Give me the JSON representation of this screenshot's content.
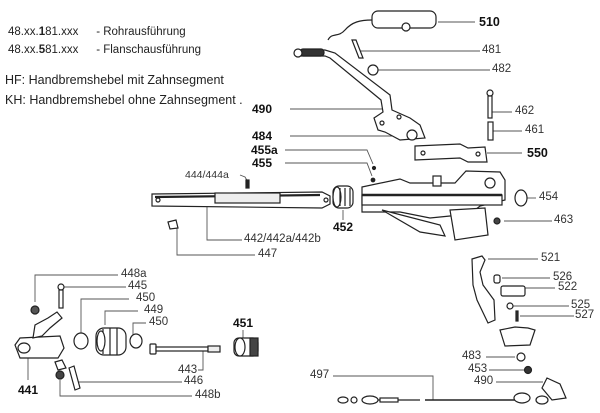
{
  "legend": {
    "rows": [
      {
        "prefix": "48.xx.",
        "highlight": "1",
        "suffix": "81.xxx",
        "desc": "- Rohrausführung"
      },
      {
        "prefix": "48.xx.",
        "highlight": "5",
        "suffix": "81.xxx",
        "desc": "- Flanschausführung"
      }
    ],
    "notes": [
      {
        "key": "HF:",
        "text": "Handbremshebel mit Zahnsegment"
      },
      {
        "key": "KH:",
        "text": "Handbremshebel ohne Zahnsegment ."
      }
    ]
  },
  "parts": {
    "p510": "510",
    "p481": "481",
    "p482": "482",
    "p490_top": "490",
    "p484": "484",
    "p455a": "455a",
    "p455": "455",
    "p462": "462",
    "p461": "461",
    "p550": "550",
    "p444": "444/444a",
    "p442": "442/442a/442b",
    "p447": "447",
    "p452": "452",
    "p454": "454",
    "p463": "463",
    "p521": "521",
    "p526": "526",
    "p522": "522",
    "p525": "525",
    "p527": "527",
    "p448a": "448a",
    "p445": "445",
    "p450a": "450",
    "p449": "449",
    "p450b": "450",
    "p451": "451",
    "p443": "443",
    "p441": "441",
    "p446": "446",
    "p448b": "448b",
    "p483": "483",
    "p453": "453",
    "p490_bottom": "490",
    "p497": "497"
  }
}
